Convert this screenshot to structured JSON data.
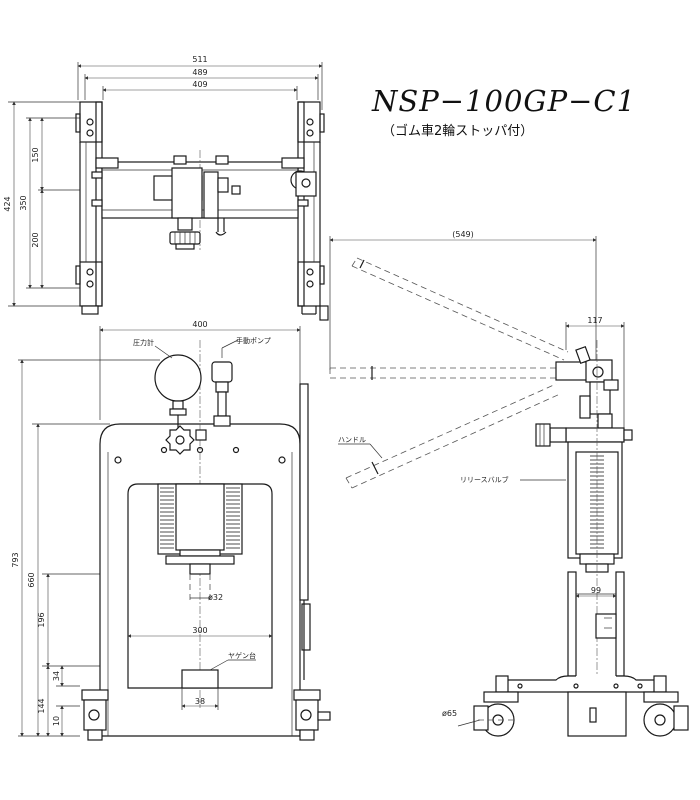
{
  "title": "NSP−100GP−C1",
  "subtitle": "（ゴム車2輪ストッパ付）",
  "dimensions": {
    "top_width_outer": "511",
    "top_width_mid": "489",
    "top_width_inner": "409",
    "top_depth_total": "424",
    "top_depth_upper": "150",
    "top_depth_mid": "350",
    "top_depth_lower": "200",
    "front_width": "400",
    "front_height_total": "793",
    "front_height_660": "660",
    "front_height_196": "196",
    "front_height_144": "144",
    "front_height_34": "34",
    "front_height_10": "10",
    "front_ram_dia": "ø32",
    "front_bed_width": "300",
    "front_block_width": "38",
    "side_handle_reach": "(549)",
    "side_top_width": "117",
    "side_base_width": "99",
    "side_wheel_dia": "ø65"
  },
  "labels": {
    "pressure_gauge": "圧力計",
    "hand_pump": "手動ポンプ",
    "handle": "ハンドル",
    "release_valve": "リリースバルブ",
    "v_block": "ヤゲン台"
  }
}
